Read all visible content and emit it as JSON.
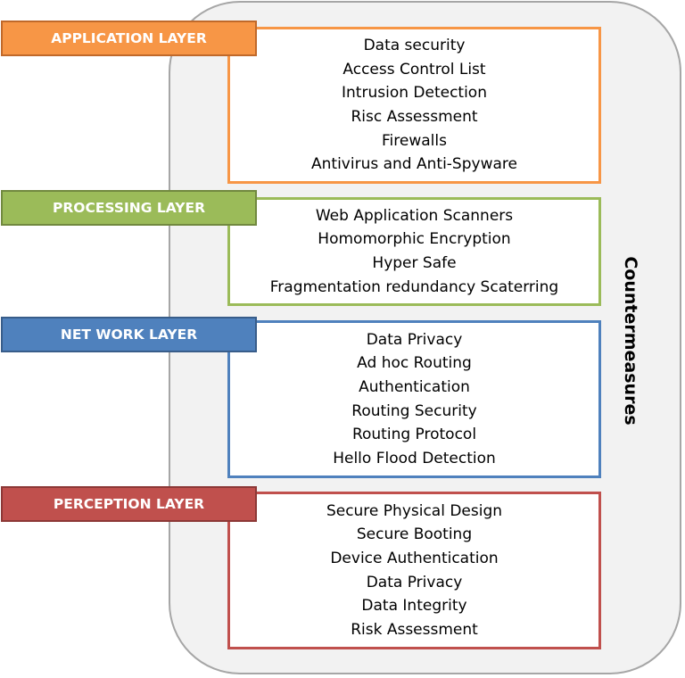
{
  "side_label": "Countermeasures",
  "layers": {
    "application": {
      "title": "APPLICATION LAYER",
      "color": "#f79646",
      "items": [
        "Data security",
        "Access Control List",
        "Intrusion Detection",
        "Risc Assessment",
        "Firewalls",
        "Antivirus and Anti-Spyware"
      ]
    },
    "processing": {
      "title": "PROCESSING LAYER",
      "color": "#9bbb59",
      "items": [
        "Web Application Scanners",
        "Homomorphic Encryption",
        "Hyper Safe",
        "Fragmentation redundancy Scaterring"
      ]
    },
    "network": {
      "title": "NET WORK LAYER",
      "color": "#4f81bd",
      "items": [
        "Data Privacy",
        "Ad hoc Routing",
        "Authentication",
        "Routing Security",
        "Routing Protocol",
        "Hello Flood Detection"
      ]
    },
    "perception": {
      "title": "PERCEPTION LAYER",
      "color": "#c0504d",
      "items": [
        "Secure Physical Design",
        "Secure Booting",
        "Device Authentication",
        "Data Privacy",
        "Data Integrity",
        "Risk Assessment"
      ]
    }
  }
}
